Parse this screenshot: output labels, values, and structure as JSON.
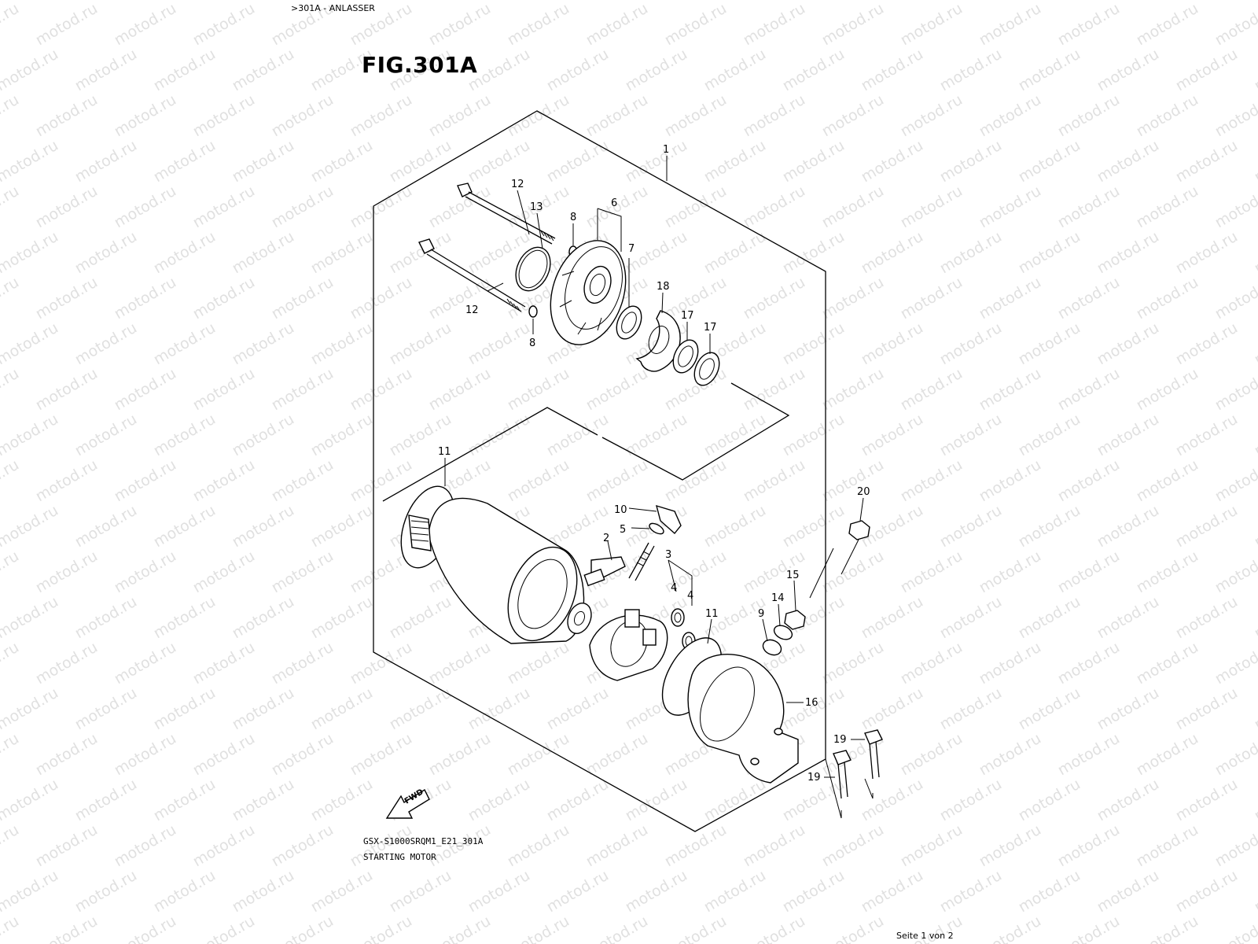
{
  "header": {
    "breadcrumb": ">301A - ANLASSER"
  },
  "figure": {
    "title": "FIG.301A"
  },
  "footer": {
    "code": "GSX-S1000SRQM1_E21_301A",
    "caption": "STARTING MOTOR",
    "page": "Seite 1 von 2"
  },
  "watermark": {
    "text": "motod.ru"
  },
  "fwd_label": "FWD",
  "callouts": [
    {
      "id": "c1",
      "label": "1"
    },
    {
      "id": "c12a",
      "label": "12"
    },
    {
      "id": "c13",
      "label": "13"
    },
    {
      "id": "c8a",
      "label": "8"
    },
    {
      "id": "c6",
      "label": "6"
    },
    {
      "id": "c7",
      "label": "7"
    },
    {
      "id": "c18",
      "label": "18"
    },
    {
      "id": "c17a",
      "label": "17"
    },
    {
      "id": "c17b",
      "label": "17"
    },
    {
      "id": "c12b",
      "label": "12"
    },
    {
      "id": "c8b",
      "label": "8"
    },
    {
      "id": "c11a",
      "label": "11"
    },
    {
      "id": "c10",
      "label": "10"
    },
    {
      "id": "c5",
      "label": "5"
    },
    {
      "id": "c2",
      "label": "2"
    },
    {
      "id": "c3",
      "label": "3"
    },
    {
      "id": "c4a",
      "label": "4"
    },
    {
      "id": "c4b",
      "label": "4"
    },
    {
      "id": "c11b",
      "label": "11"
    },
    {
      "id": "c9",
      "label": "9"
    },
    {
      "id": "c14",
      "label": "14"
    },
    {
      "id": "c15",
      "label": "15"
    },
    {
      "id": "c20",
      "label": "20"
    },
    {
      "id": "c16",
      "label": "16"
    },
    {
      "id": "c19a",
      "label": "19"
    },
    {
      "id": "c19b",
      "label": "19"
    }
  ]
}
